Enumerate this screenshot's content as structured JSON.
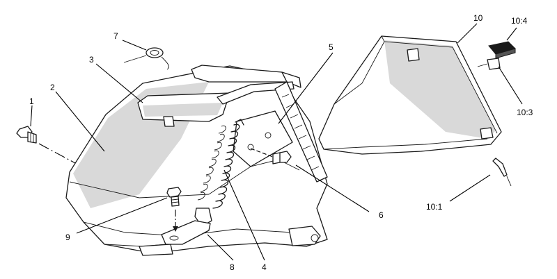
{
  "callouts": {
    "c1": "1",
    "c2": "2",
    "c3": "3",
    "c4": "4",
    "c5": "5",
    "c6": "6",
    "c7": "7",
    "c8": "8",
    "c9": "9",
    "c10": "10",
    "c10_1": "10:1",
    "c10_3": "10:3",
    "c10_4": "10:4"
  },
  "colors": {
    "line": "#1a1a1a",
    "shade": "#d9d9d9",
    "dark_part": "#1a1a1a"
  }
}
